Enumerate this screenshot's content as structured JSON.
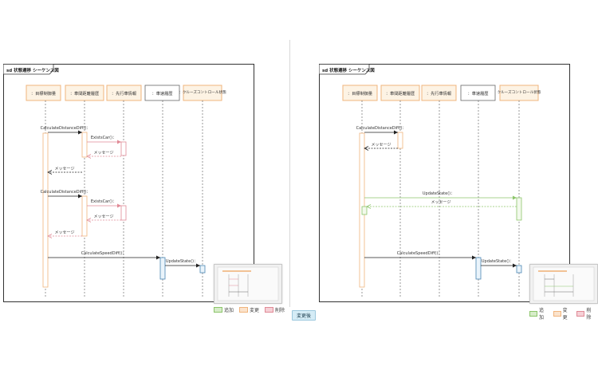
{
  "diagrams": {
    "before": {
      "frame_title": "sd 状態遷移 シーケンス図",
      "lifelines": [
        {
          "label": "：目標制御量",
          "status": "changed"
        },
        {
          "label": "：車間距離履歴",
          "status": "changed"
        },
        {
          "label": "：先行車情報",
          "status": "changed"
        },
        {
          "label": "：車速履歴",
          "status": "unchanged"
        },
        {
          "label": "：クルーズコントロール状態",
          "status": "changed"
        }
      ],
      "messages": [
        {
          "label": "CalculateDistanceDiff()：",
          "status": "unchanged"
        },
        {
          "label": "ExistsCar()：",
          "status": "deleted"
        },
        {
          "label": "メッセージ",
          "status": "deleted"
        },
        {
          "label": "メッセージ",
          "status": "unchanged"
        },
        {
          "label": "CalculateDistanceDiff()：",
          "status": "unchanged"
        },
        {
          "label": "ExistsCar()：",
          "status": "deleted"
        },
        {
          "label": "メッセージ",
          "status": "deleted"
        },
        {
          "label": "メッセージ",
          "status": "deleted"
        },
        {
          "label": "CalculateSpeedDiff()：",
          "status": "unchanged"
        },
        {
          "label": "UpdateState()：",
          "status": "unchanged"
        }
      ]
    },
    "after": {
      "frame_title": "sd 状態遷移 シーケンス図",
      "lifelines": [
        {
          "label": "：目標制御量",
          "status": "changed"
        },
        {
          "label": "：車間距離履歴",
          "status": "changed"
        },
        {
          "label": "：先行車情報",
          "status": "changed"
        },
        {
          "label": "：車速履歴",
          "status": "unchanged"
        },
        {
          "label": "クルーズコントロール状態",
          "status": "changed"
        }
      ],
      "messages": [
        {
          "label": "CalculateDistanceDiff()：",
          "status": "unchanged"
        },
        {
          "label": "メッセージ",
          "status": "unchanged"
        },
        {
          "label": "UpdateState()：",
          "status": "added"
        },
        {
          "label": "メッセージ",
          "status": "added"
        },
        {
          "label": "CalculateSpeedDiff()：",
          "status": "unchanged"
        },
        {
          "label": "UpdateState()：",
          "status": "unchanged"
        }
      ]
    }
  },
  "legend": {
    "added": "追加",
    "changed": "変更",
    "deleted": "削除"
  },
  "after_tab_label": "変更後",
  "colors": {
    "added": "#8cc56a",
    "changed": "#f0b47c",
    "deleted": "#e08a96",
    "changed_fill": "#fdf3e4",
    "frame": "#333333"
  }
}
